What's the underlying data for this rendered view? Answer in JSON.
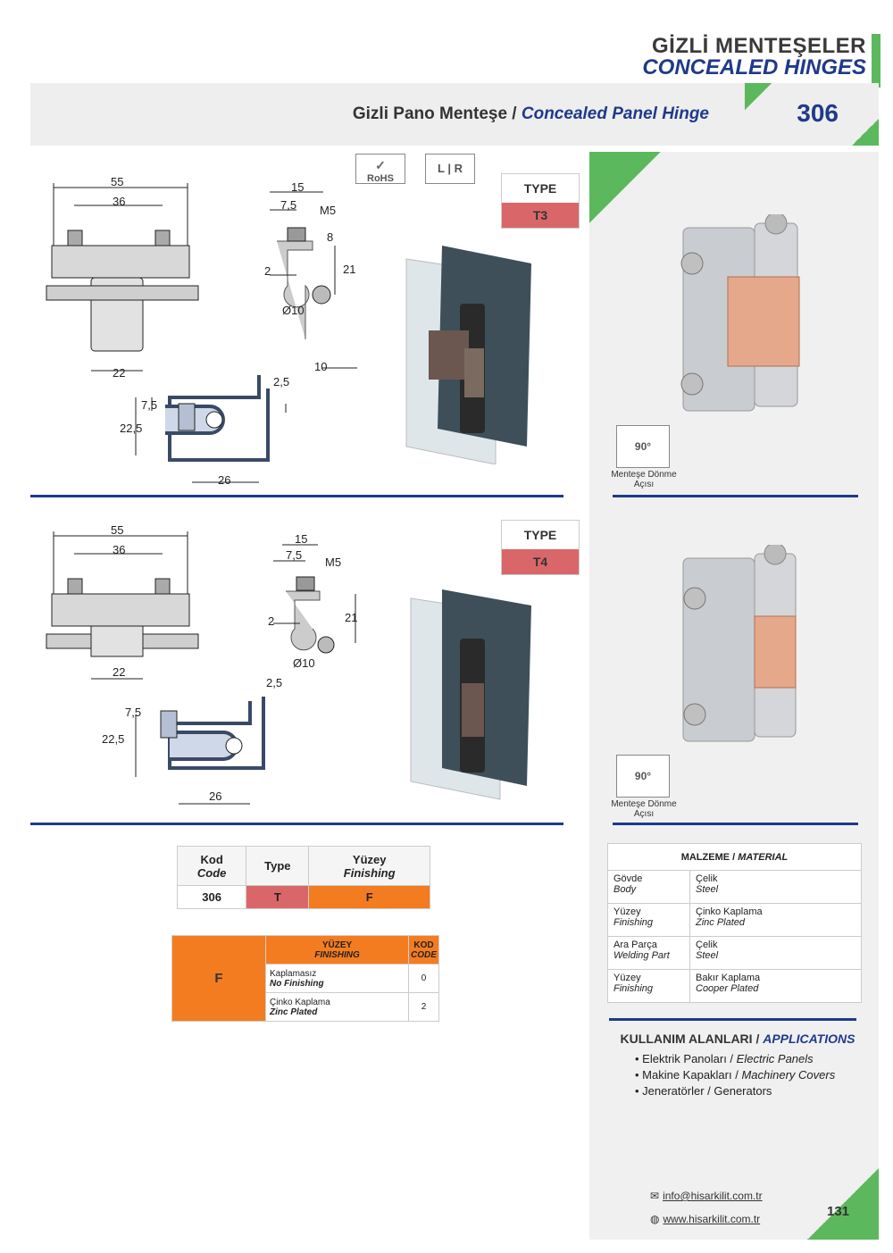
{
  "header": {
    "title_tr": "GİZLİ MENTEŞELER",
    "title_en": "CONCEALED HINGES"
  },
  "product": {
    "name_tr": "Gizli Pano Menteşe /",
    "name_en": "Concealed Panel Hinge",
    "code": "306"
  },
  "badges": {
    "rohs": "RoHS",
    "lr": "L | R"
  },
  "types": [
    {
      "label": "TYPE",
      "value": "T3"
    },
    {
      "label": "TYPE",
      "value": "T4"
    }
  ],
  "dims_t3": {
    "d55": "55",
    "d36": "36",
    "d22": "22",
    "d15": "15",
    "d75a": "7,5",
    "m5": "M5",
    "d8": "8",
    "d2": "2",
    "d21": "21",
    "d10dia": "Ø10",
    "d10": "10",
    "d25": "2,5",
    "d75b": "7,5",
    "d225": "22,5",
    "d26": "26"
  },
  "dims_t4": {
    "d55": "55",
    "d36": "36",
    "d22": "22",
    "d15": "15",
    "d75a": "7,5",
    "m5": "M5",
    "d2": "2",
    "d21": "21",
    "d10dia": "Ø10",
    "d25": "2,5",
    "d75b": "7,5",
    "d225": "22,5",
    "d26": "26"
  },
  "rotation": {
    "angle": "90°",
    "label1": "Menteşe Dönme",
    "label2": "Açısı"
  },
  "code_table": {
    "h1a": "Kod",
    "h1b": "Code",
    "h2": "Type",
    "h3a": "Yüzey",
    "h3b": "Finishing",
    "v1": "306",
    "v2": "T",
    "v3": "F"
  },
  "finish_table": {
    "key": "F",
    "h1a": "YÜZEY",
    "h1b": "FINISHING",
    "h2a": "KOD",
    "h2b": "CODE",
    "rows": [
      {
        "tr": "Kaplamasız",
        "en": "No Finishing",
        "code": "0"
      },
      {
        "tr": "Çinko Kaplama",
        "en": "Zinc Plated",
        "code": "2"
      }
    ]
  },
  "material": {
    "title_tr": "MALZEME /",
    "title_en": "MATERIAL",
    "rows": [
      {
        "p_tr": "Gövde",
        "p_en": "Body",
        "m_tr": "Çelik",
        "m_en": "Steel"
      },
      {
        "p_tr": "Yüzey",
        "p_en": "Finishing",
        "m_tr": "Çinko Kaplama",
        "m_en": "Zinc Plated"
      },
      {
        "p_tr": "Ara Parça",
        "p_en": "Welding Part",
        "m_tr": "Çelik",
        "m_en": "Steel"
      },
      {
        "p_tr": "Yüzey",
        "p_en": "Finishing",
        "m_tr": "Bakır Kaplama",
        "m_en": "Cooper Plated"
      }
    ]
  },
  "applications": {
    "title_tr": "KULLANIM ALANLARI /",
    "title_en": "APPLICATIONS",
    "items": [
      {
        "tr": "• Elektrik Panoları /",
        "en": "Electric Panels"
      },
      {
        "tr": "• Makine Kapakları /",
        "en": "Machinery Covers"
      },
      {
        "tr": "• Jeneratörler / Generators",
        "en": ""
      }
    ]
  },
  "contact": {
    "email": "info@hisarkilit.com.tr",
    "web": "www.hisarkilit.com.tr"
  },
  "page_number": "131",
  "colors": {
    "brand_blue": "#1f3a8a",
    "accent_green": "#5cb85c",
    "type_red": "#d9676a",
    "finish_orange": "#f47c20"
  }
}
